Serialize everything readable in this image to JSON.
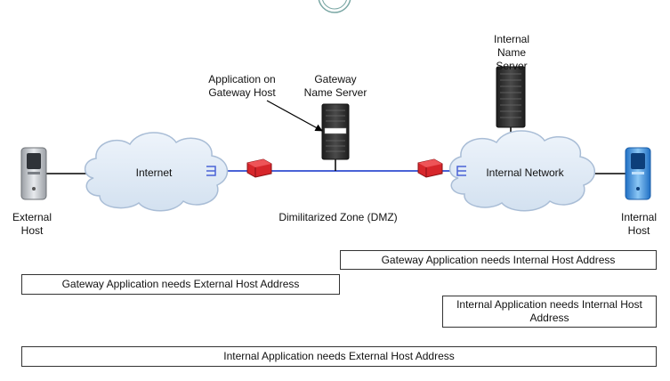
{
  "nodes": {
    "external_host": "External Host",
    "internet": "Internet",
    "application_gateway": "Application on Gateway Host",
    "gateway_name_server": "Gateway Name Server",
    "internal_name_server": "Internal Name Server",
    "internal_network": "Internal Network",
    "internal_host": "Internal Host",
    "dmz": "Dimilitarized Zone (DMZ)"
  },
  "boxes": {
    "gateway_needs_internal": "Gateway Application needs Internal Host Address",
    "gateway_needs_external": "Gateway Application needs External Host Address",
    "internal_needs_internal": "Internal Application needs Internal Host Address",
    "internal_needs_external": "Internal Application needs External Host Address"
  },
  "colors": {
    "network_line": "#4a63d6",
    "firewall": "#d7262b",
    "cloud_fill": "#dfeaf6",
    "cloud_stroke": "#a9bdd6",
    "server_body": "#2f2f2f",
    "mac_blue": "#3b8fe0"
  }
}
